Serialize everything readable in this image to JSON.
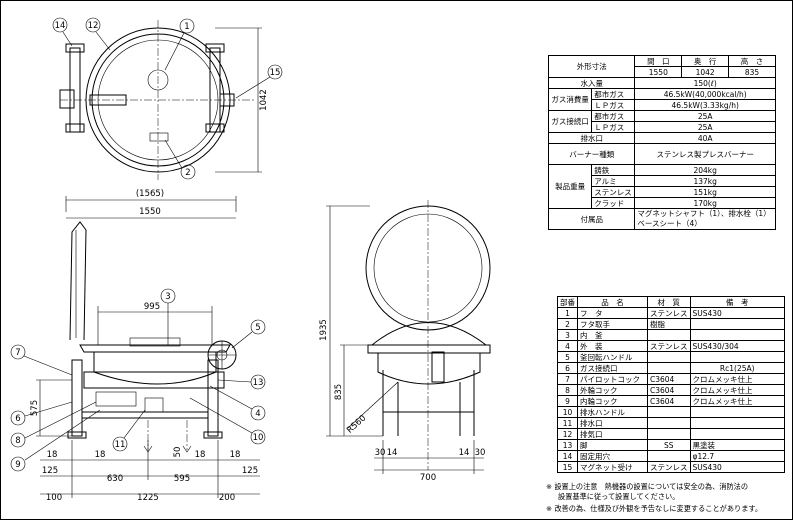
{
  "dimensions": {
    "depth_top": "1042",
    "overall_width_paren": "(1565)",
    "width": "1550",
    "inner_995": "995",
    "height_575": "575",
    "d_18a": "18",
    "d_18b": "18",
    "d_18c": "18",
    "d_18d": "18",
    "d_125a": "125",
    "d_125b": "125",
    "d_630": "630",
    "d_595": "595",
    "d_100": "100",
    "d_1225": "1225",
    "d_200": "200",
    "d_50": "50",
    "height_1935": "1935",
    "height_835": "835",
    "radius_r560": "R560",
    "d_30a": "30",
    "d_14a": "14",
    "d_14b": "14",
    "d_30b": "30",
    "d_700": "700"
  },
  "callouts": [
    "1",
    "2",
    "3",
    "4",
    "5",
    "6",
    "7",
    "8",
    "9",
    "10",
    "11",
    "12",
    "13",
    "14",
    "15"
  ],
  "spec": {
    "outer_label": "外形寸法",
    "col_w": "間　口",
    "col_d": "奥　行",
    "col_h": "高　さ",
    "val_w": "1550",
    "val_d": "1042",
    "val_h": "835",
    "water_label": "水入量",
    "water_val": "150(ℓ)",
    "gas_cons_label": "ガス消費量",
    "city_gas": "都市ガス",
    "lp_gas": "ＬＰガス",
    "gas_cons_city": "46.5kW(40,000kcal/h)",
    "gas_cons_lp": "46.5kW(3.33kg/h)",
    "gas_conn_label": "ガス接続口",
    "city_gas2": "都市ガス",
    "lp_gas2": "ＬＰガス",
    "gas_conn_city": "25A",
    "gas_conn_lp": "25A",
    "drain_label": "排水口",
    "drain_val": "40A",
    "burner_label": "バーナー種類",
    "burner_val": "ステンレス製プレスバーナー",
    "weight_label": "製品重量",
    "weights": [
      {
        "material": "鋳鉄",
        "value": "204kg"
      },
      {
        "material": "アルミ",
        "value": "137kg"
      },
      {
        "material": "ステンレス",
        "value": "151kg"
      },
      {
        "material": "クラッド",
        "value": "170kg"
      }
    ],
    "accessory_label": "付属品",
    "accessory_line1": "マグネットシャフト（1）、排水栓（1）",
    "accessory_line2": "ベースシート（4）"
  },
  "parts": {
    "headers": [
      "部番",
      "品　名",
      "材　質",
      "備　考"
    ],
    "rows": [
      {
        "no": "1",
        "name": "フ　タ",
        "material": "ステンレス",
        "note": "SUS430"
      },
      {
        "no": "2",
        "name": "フタ取手",
        "material": "樹脂",
        "note": ""
      },
      {
        "no": "3",
        "name": "内　釜",
        "material": "",
        "note": ""
      },
      {
        "no": "4",
        "name": "外　装",
        "material": "ステンレス",
        "note": "SUS430/304"
      },
      {
        "no": "5",
        "name": "釜回転ハンドル",
        "material": "",
        "note": ""
      },
      {
        "no": "6",
        "name": "ガス接続口",
        "material": "",
        "note": "Rc1(25A)"
      },
      {
        "no": "7",
        "name": "パイロットコック",
        "material": "C3604",
        "note": "クロムメッキ仕上"
      },
      {
        "no": "8",
        "name": "外輪コック",
        "material": "C3604",
        "note": "クロムメッキ仕上"
      },
      {
        "no": "9",
        "name": "内輪コック",
        "material": "C3604",
        "note": "クロムメッキ仕上"
      },
      {
        "no": "10",
        "name": "排水ハンドル",
        "material": "",
        "note": ""
      },
      {
        "no": "11",
        "name": "排水口",
        "material": "",
        "note": ""
      },
      {
        "no": "12",
        "name": "排気口",
        "material": "",
        "note": ""
      },
      {
        "no": "13",
        "name": "脚",
        "material": "SS",
        "note": "黒塗装"
      },
      {
        "no": "14",
        "name": "固定用穴",
        "material": "",
        "note": "φ12.7"
      },
      {
        "no": "15",
        "name": "マグネット受け",
        "material": "ステンレス",
        "note": "SUS430"
      }
    ]
  },
  "notes": {
    "mark1": "※",
    "note1_line1": "設置上の注意　熱機器の設置については安全の為、消防法の",
    "note1_line2": "設置基準に従って設置してください。",
    "mark2": "※",
    "note2": "改善の為、仕様及び外観を予告なしに変更することがあります。"
  }
}
